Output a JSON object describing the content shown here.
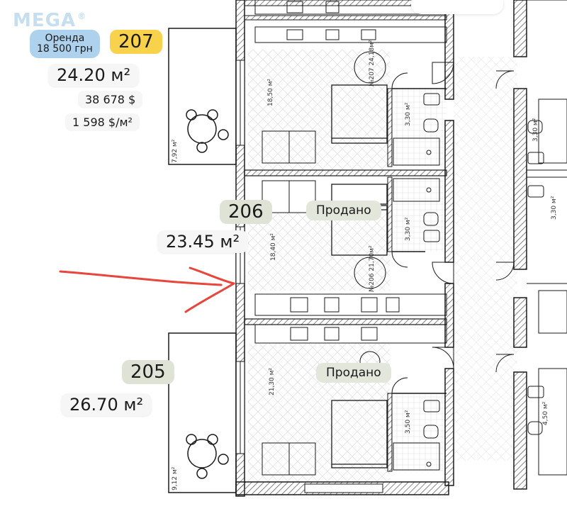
{
  "watermark": {
    "text": "MEGA"
  },
  "units": [
    {
      "number": "207",
      "area": "24.20 м²",
      "price": "38 678 $",
      "price_per_m2": "1 598 $/м²",
      "rent_label": "Оренда",
      "rent_value": "18 500 грн"
    },
    {
      "number": "206",
      "area": "23.45 м²",
      "status": "Продано"
    },
    {
      "number": "205",
      "area": "26.70 м²",
      "status": "Продано"
    }
  ],
  "plan_labels": {
    "room_207_main": "18,50 м²",
    "room_207_bath": "3,30 м²",
    "room_207_total": "№207 24,18м²",
    "room_207_balcony": "7,92 м²",
    "room_206_main": "18,40 м²",
    "room_206_bath": "3,30 м²",
    "room_206_total": "№206 21,70м²",
    "room_205_main": "21,30 м²",
    "room_205_bath": "3,50 м²",
    "room_205_balcony": "9,12 м²",
    "right_bath_1": "3,30 м²",
    "right_bath_2": "3,30 м²",
    "right_bath_3": "4,50 м²"
  },
  "colors": {
    "wall": "#1a1a1a",
    "hatch": "#555555",
    "annotation_arrow": "#e8453c",
    "rent_badge": "#aed2ee",
    "unit_207_badge": "#f7d24a",
    "unit_badge": "#dfe3d6"
  }
}
